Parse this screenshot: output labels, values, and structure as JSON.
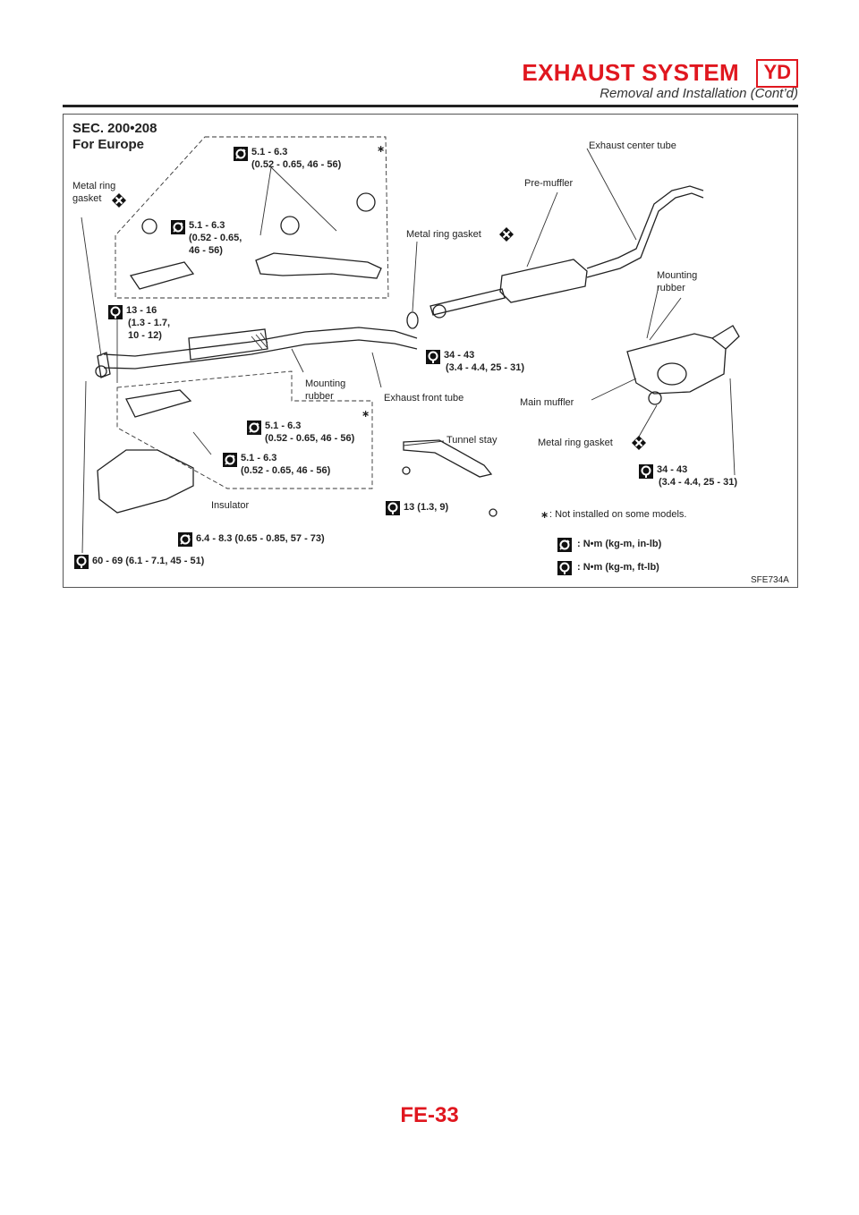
{
  "header": {
    "title": "EXHAUST SYSTEM",
    "badge": "YD",
    "subtitle": "Removal and Installation (Cont’d)"
  },
  "figure": {
    "section": "SEC. 200•208",
    "region": "For Europe",
    "figure_id": "SFE734A",
    "labels": {
      "metal_ring_gasket_left_1": "Metal ring",
      "metal_ring_gasket_left_2": "gasket",
      "exhaust_center_tube": "Exhaust center tube",
      "pre_muffler": "Pre-muffler",
      "metal_ring_gasket_mid": "Metal ring gasket",
      "mounting_rubber_right_1": "Mounting",
      "mounting_rubber_right_2": "rubber",
      "mounting_rubber_mid_1": "Mounting",
      "mounting_rubber_mid_2": "rubber",
      "exhaust_front_tube": "Exhaust front tube",
      "main_muffler": "Main muffler",
      "metal_ring_gasket_right": "Metal ring gasket",
      "tunnel_stay": "Tunnel stay",
      "insulator": "Insulator"
    },
    "torques": {
      "t_top_1": "5.1 - 6.3",
      "t_top_2": "(0.52 - 0.65, 46 - 56)",
      "t_left_1": "5.1 - 6.3",
      "t_left_2": "(0.52 - 0.65,",
      "t_left_3": "46 - 56)",
      "t_1316_1": "13 - 16",
      "t_1316_2": "(1.3 - 1.7,",
      "t_1316_3": "10 - 12)",
      "t_3443a_1": "34 - 43",
      "t_3443a_2": "(3.4 - 4.4, 25 - 31)",
      "t_mid_1": "5.1 - 6.3",
      "t_mid_2": "(0.52 - 0.65, 46 - 56)",
      "t_low_1": "5.1 - 6.3",
      "t_low_2": "(0.52 - 0.65, 46 - 56)",
      "t_3443b_1": "34 - 43",
      "t_3443b_2": "(3.4 - 4.4, 25 - 31)",
      "t_13": "13 (1.3, 9)",
      "t_64": "6.4 - 8.3 (0.65 - 0.85, 57 - 73)",
      "t_60": "60 - 69 (6.1 - 7.1, 45 - 51)"
    },
    "legend": {
      "star": "∗",
      "asterisk_note": ": Not installed on some models.",
      "unit_in_lb": ": N•m (kg-m, in-lb)",
      "unit_ft_lb": ": N•m (kg-m, ft-lb)"
    },
    "asterisk": "∗"
  },
  "page_number": "FE-33"
}
